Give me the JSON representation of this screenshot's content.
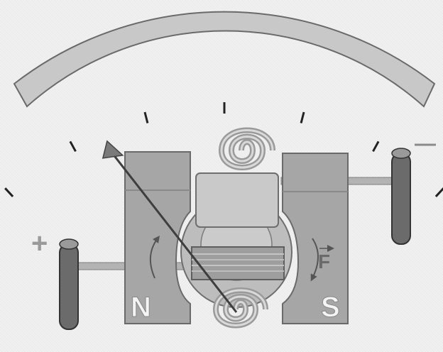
{
  "diagram": {
    "magnets": {
      "north_label": "N",
      "south_label": "S"
    },
    "terminals": {
      "positive_label": "+",
      "negative_label": "—"
    },
    "force_label": "F",
    "needle_reading_fraction": 0.27
  },
  "colors": {
    "magnet_fill": "#a6a6a6",
    "scale_fill": "#c8c8c8",
    "terminal_fill": "#6b6b6b",
    "needle": "#4a4a4a",
    "pointer_head": "#7a7a7a",
    "pole_text": "#f4f4f4"
  }
}
